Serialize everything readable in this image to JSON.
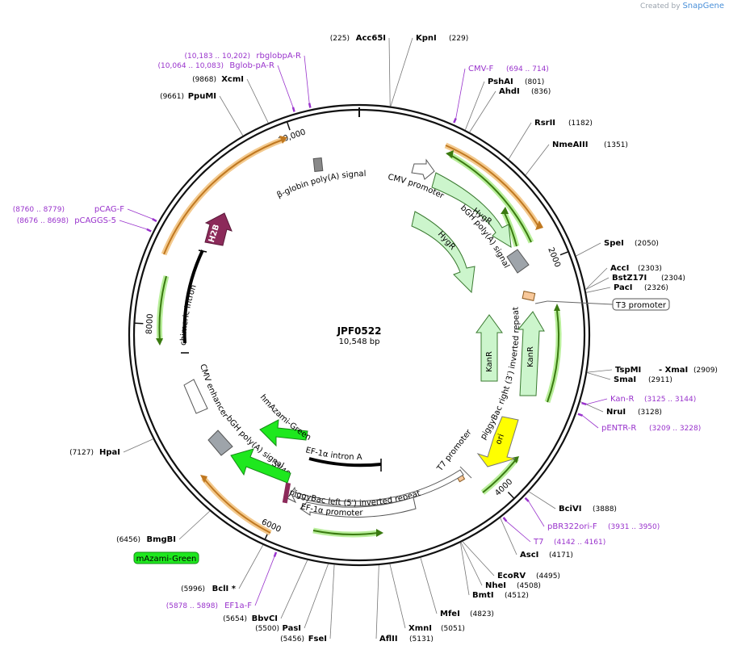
{
  "credit": {
    "prefix": "Created by",
    "brand": "SnapGene"
  },
  "plasmid": {
    "name": "JPF0522",
    "size_label": "10,548 bp",
    "total_bp": 10548
  },
  "colors": {
    "backbone": "#111111",
    "enzyme_line": "#666666",
    "primer": "#9933cc",
    "hygr": "#ccf5cc",
    "kanr": "#ccf5cc",
    "fluor": "#1ee81e",
    "h2b": "#8c2a5a",
    "ori": "#ffff00",
    "orange_orf": "#f0b060",
    "green_orf": "#9ce07a",
    "term": "#9ea4aa",
    "bglob": "#888888"
  },
  "ticks": [
    {
      "bp": 2000,
      "label": "2000"
    },
    {
      "bp": 4000,
      "label": "4000"
    },
    {
      "bp": 6000,
      "label": "6000"
    },
    {
      "bp": 8000,
      "label": "8000"
    },
    {
      "bp": 10000,
      "label": "10,000"
    }
  ],
  "enzymes": [
    {
      "name": "Acc65I",
      "pos": "(225)",
      "bp": 225
    },
    {
      "name": "KpnI",
      "pos": "(229)",
      "bp": 229
    },
    {
      "name": "PshAI",
      "pos": "(801)",
      "bp": 801
    },
    {
      "name": "AhdI",
      "pos": "(836)",
      "bp": 836
    },
    {
      "name": "RsrII",
      "pos": "(1182)",
      "bp": 1182
    },
    {
      "name": "NmeAIII",
      "pos": "(1351)",
      "bp": 1351
    },
    {
      "name": "SpeI",
      "pos": "(2050)",
      "bp": 2050
    },
    {
      "name": "AccI",
      "pos": "(2303)",
      "bp": 2303
    },
    {
      "name": "BstZ17I",
      "pos": "(2304)",
      "bp": 2304
    },
    {
      "name": "PacI",
      "pos": "(2326)",
      "bp": 2326
    },
    {
      "name": "TspMI",
      "pos": "(2909)",
      "bp": 2909,
      "suffix": "- XmaI"
    },
    {
      "name": "SmaI",
      "pos": "(2911)",
      "bp": 2911
    },
    {
      "name": "NruI",
      "pos": "(3128)",
      "bp": 3128
    },
    {
      "name": "BciVI",
      "pos": "(3888)",
      "bp": 3888
    },
    {
      "name": "AscI",
      "pos": "(4171)",
      "bp": 4171
    },
    {
      "name": "EcoRV",
      "pos": "(4495)",
      "bp": 4495
    },
    {
      "name": "NheI",
      "pos": "(4508)",
      "bp": 4508
    },
    {
      "name": "BmtI",
      "pos": "(4512)",
      "bp": 4512
    },
    {
      "name": "MfeI",
      "pos": "(4823)",
      "bp": 4823
    },
    {
      "name": "XmnI",
      "pos": "(5051)",
      "bp": 5051
    },
    {
      "name": "AflII",
      "pos": "(5131)",
      "bp": 5131
    },
    {
      "name": "FseI",
      "pos": "(5456)",
      "bp": 5456
    },
    {
      "name": "PasI",
      "pos": "(5500)",
      "bp": 5500
    },
    {
      "name": "BbvCI",
      "pos": "(5654)",
      "bp": 5654
    },
    {
      "name": "BclI *",
      "pos": "(5996)",
      "bp": 5996
    },
    {
      "name": "BmgBI",
      "pos": "(6456)",
      "bp": 6456
    },
    {
      "name": "HpaI",
      "pos": "(7127)",
      "bp": 7127
    },
    {
      "name": "PpuMI",
      "pos": "(9661)",
      "bp": 9661
    },
    {
      "name": "XcmI",
      "pos": "(9868)",
      "bp": 9868
    }
  ],
  "primers": [
    {
      "name": "CMV-F",
      "range": "(694 .. 714)",
      "bp": 704
    },
    {
      "name": "Kan-R",
      "range": "(3125 .. 3144)",
      "bp": 3134
    },
    {
      "name": "pENTR-R",
      "range": "(3209 .. 3228)",
      "bp": 3218
    },
    {
      "name": "pBR322ori-F",
      "range": "(3931 .. 3950)",
      "bp": 3940
    },
    {
      "name": "T7",
      "range": "(4142 .. 4161)",
      "bp": 4151
    },
    {
      "name": "EF1a-F",
      "range": "(5878 .. 5898)",
      "bp": 5888
    },
    {
      "name": "pCAG-F",
      "range": "(8760 .. 8779)",
      "bp": 8770
    },
    {
      "name": "pCAGGS-5",
      "range": "(8676 .. 8698)",
      "bp": 8687
    },
    {
      "name": "Bglob-pA-R",
      "range": "(10,064 .. 10,083)",
      "bp": 10073
    },
    {
      "name": "rbglobpA-R",
      "range": "(10,183 .. 10,202)",
      "bp": 10192
    }
  ],
  "features": {
    "cmv_promoter": "CMV promoter",
    "hygr_1": "HygR",
    "hygr_2": "HygR",
    "bgh_polya_1": "bGH poly(A) signal",
    "t3_promoter": "T3 promoter",
    "piggybac_right": "piggyBac right (3′) inverted repeat",
    "kanr_1": "KanR",
    "kanr_2": "KanR",
    "ori": "ori",
    "t7_promoter": "T7 promoter",
    "piggybac_left": "piggyBac left (5′) inverted repeat",
    "ef1a_promoter": "EF-1α promoter",
    "ef1a_intron": "EF-1α intron A",
    "sv40_nls": "SV40 NLS",
    "hmazami": "hmAzami-Green",
    "bgh_polya_2": "bGH poly(A) signal",
    "cmv_enhancer": "CMV enhancer",
    "chimeric_intron": "chimeric intron",
    "h2b": "H2B",
    "bglobin_polya": "β-globin poly(A) signal",
    "mazami_box": "mAzami-Green"
  }
}
